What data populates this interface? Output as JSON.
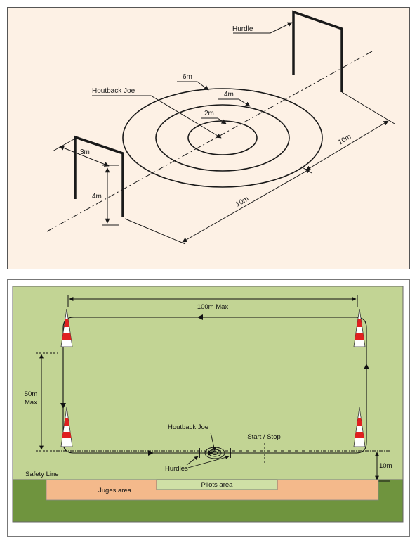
{
  "top_diagram": {
    "labels": {
      "hurdle": "Hurdle",
      "houtback_joe": "Houtback Joe",
      "r6": "6m",
      "r4": "4m",
      "r2": "2m",
      "w3": "3m",
      "h4": "4m",
      "d10_right": "10m",
      "d10_front": "10m"
    },
    "colors": {
      "background": "#fdf1e5",
      "border": "#555555",
      "line": "#1a1a1a"
    }
  },
  "bottom_diagram": {
    "labels": {
      "max_100": "100m Max",
      "max_50_line1": "50m",
      "max_50_line2": "Max",
      "houtback_joe": "Houtback Joe",
      "start_stop": "Start / Stop",
      "hurdles": "Hurdles",
      "safety_line": "Safety Line",
      "d10": "10m",
      "juges_area": "Juges area",
      "pilots_area": "Pilots area"
    },
    "colors": {
      "field": "#c2d494",
      "ground": "#6f943e",
      "juges": "#f4b98b",
      "pilots": "#cfe0a6",
      "cone_red": "#e02020",
      "cone_white": "#ffffff"
    }
  }
}
